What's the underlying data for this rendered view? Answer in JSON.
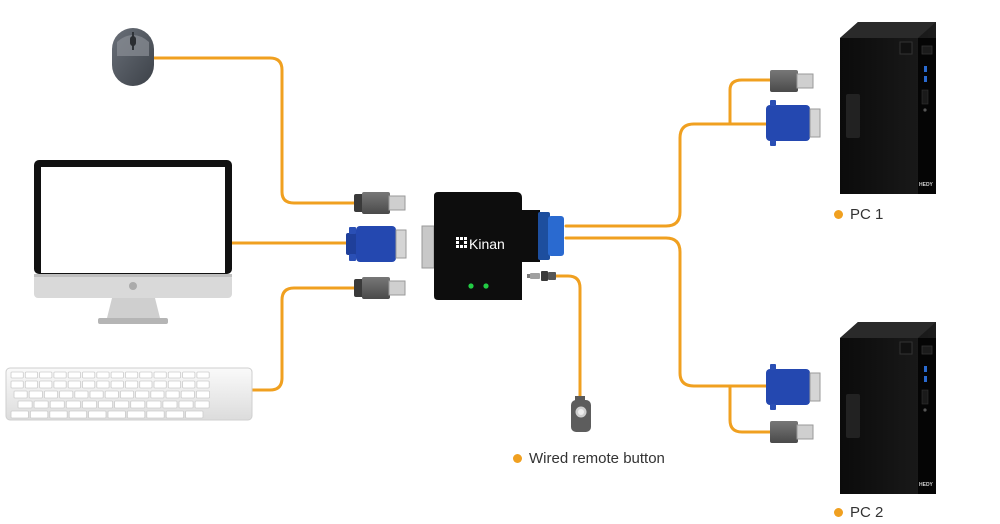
{
  "colors": {
    "cable": "#F0A020",
    "label_dot": "#F0A020",
    "label_text": "#333333",
    "switch_body": "#0d0d0d",
    "vga_blue": "#2244aa",
    "led_green": "#22cc44"
  },
  "switch": {
    "brand": "Kinan"
  },
  "labels": {
    "pc1": "PC 1",
    "pc2": "PC 2",
    "remote": "Wired remote button"
  },
  "pc1_brand": "HEDY",
  "pc2_brand": "HEDY",
  "icons": [
    "mouse-icon",
    "monitor-icon",
    "keyboard-icon",
    "kvm-switch-icon",
    "usb-connector-icon",
    "vga-connector-icon",
    "audio-jack-icon",
    "remote-button-icon",
    "pc-tower-icon"
  ]
}
